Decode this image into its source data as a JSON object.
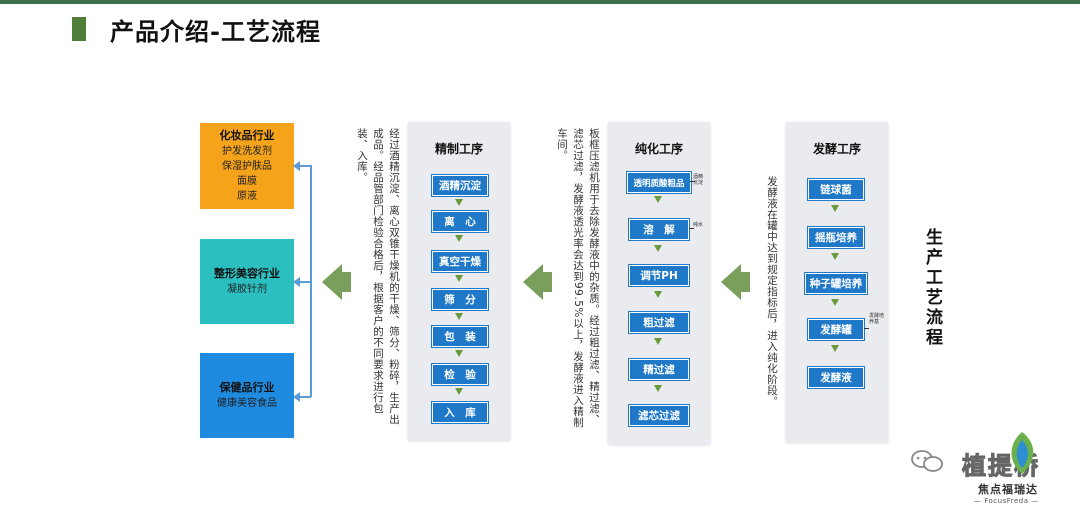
{
  "header": {
    "title": "产品介绍-工艺流程"
  },
  "industries": [
    {
      "title": "化妆品行业",
      "items": [
        "护发洗发剂",
        "保湿护肤品",
        "面膜",
        "原液"
      ],
      "color": "#f5a31a"
    },
    {
      "title": "整形美容行业",
      "items": [
        "凝胶针剂"
      ],
      "color": "#2bbfc0"
    },
    {
      "title": "保健品行业",
      "items": [
        "健康美容食品"
      ],
      "color": "#1f8be0"
    }
  ],
  "fermentation": {
    "title": "发酵工序",
    "steps": [
      "链球菌",
      "摇瓶培养",
      "种子罐培养",
      "发酵罐",
      "发酵液"
    ],
    "note": "发酵培养基",
    "description": "发酵液在罐中达到规定指标后，进入纯化阶段。"
  },
  "purification": {
    "title": "纯化工序",
    "steps": [
      "透明质酸粗品",
      "溶　解",
      "调节PH",
      "粗过滤",
      "精过滤",
      "滤芯过滤"
    ],
    "notes": [
      "酒精沉淀",
      "纯水"
    ],
    "description": "板框压滤机用于去除发酵液中的杂质。经过粗过滤、精过滤、滤芯过滤，发酵液透光率会达到99.5%以上，发酵液进入精制车间。"
  },
  "refining": {
    "title": "精制工序",
    "steps": [
      "酒精沉淀",
      "离　心",
      "真空干燥",
      "筛　分",
      "包　装",
      "检　验",
      "入　库"
    ],
    "description": "经过酒精沉淀、离心双锥干燥机的干燥、筛分、粉碎，生产出成品。经品管部门检验合格后，根据客户的不同要求进行包装、入库。"
  },
  "side_label": "生产工艺流程",
  "watermark": {
    "text": "植提桥",
    "brand": "焦点福瑞达",
    "brand_en": "— FocusFreda —"
  },
  "colors": {
    "step_blue": "#1f78c8",
    "arrow_green": "#7a9e5c",
    "bracket_blue": "#5b9bd5"
  }
}
